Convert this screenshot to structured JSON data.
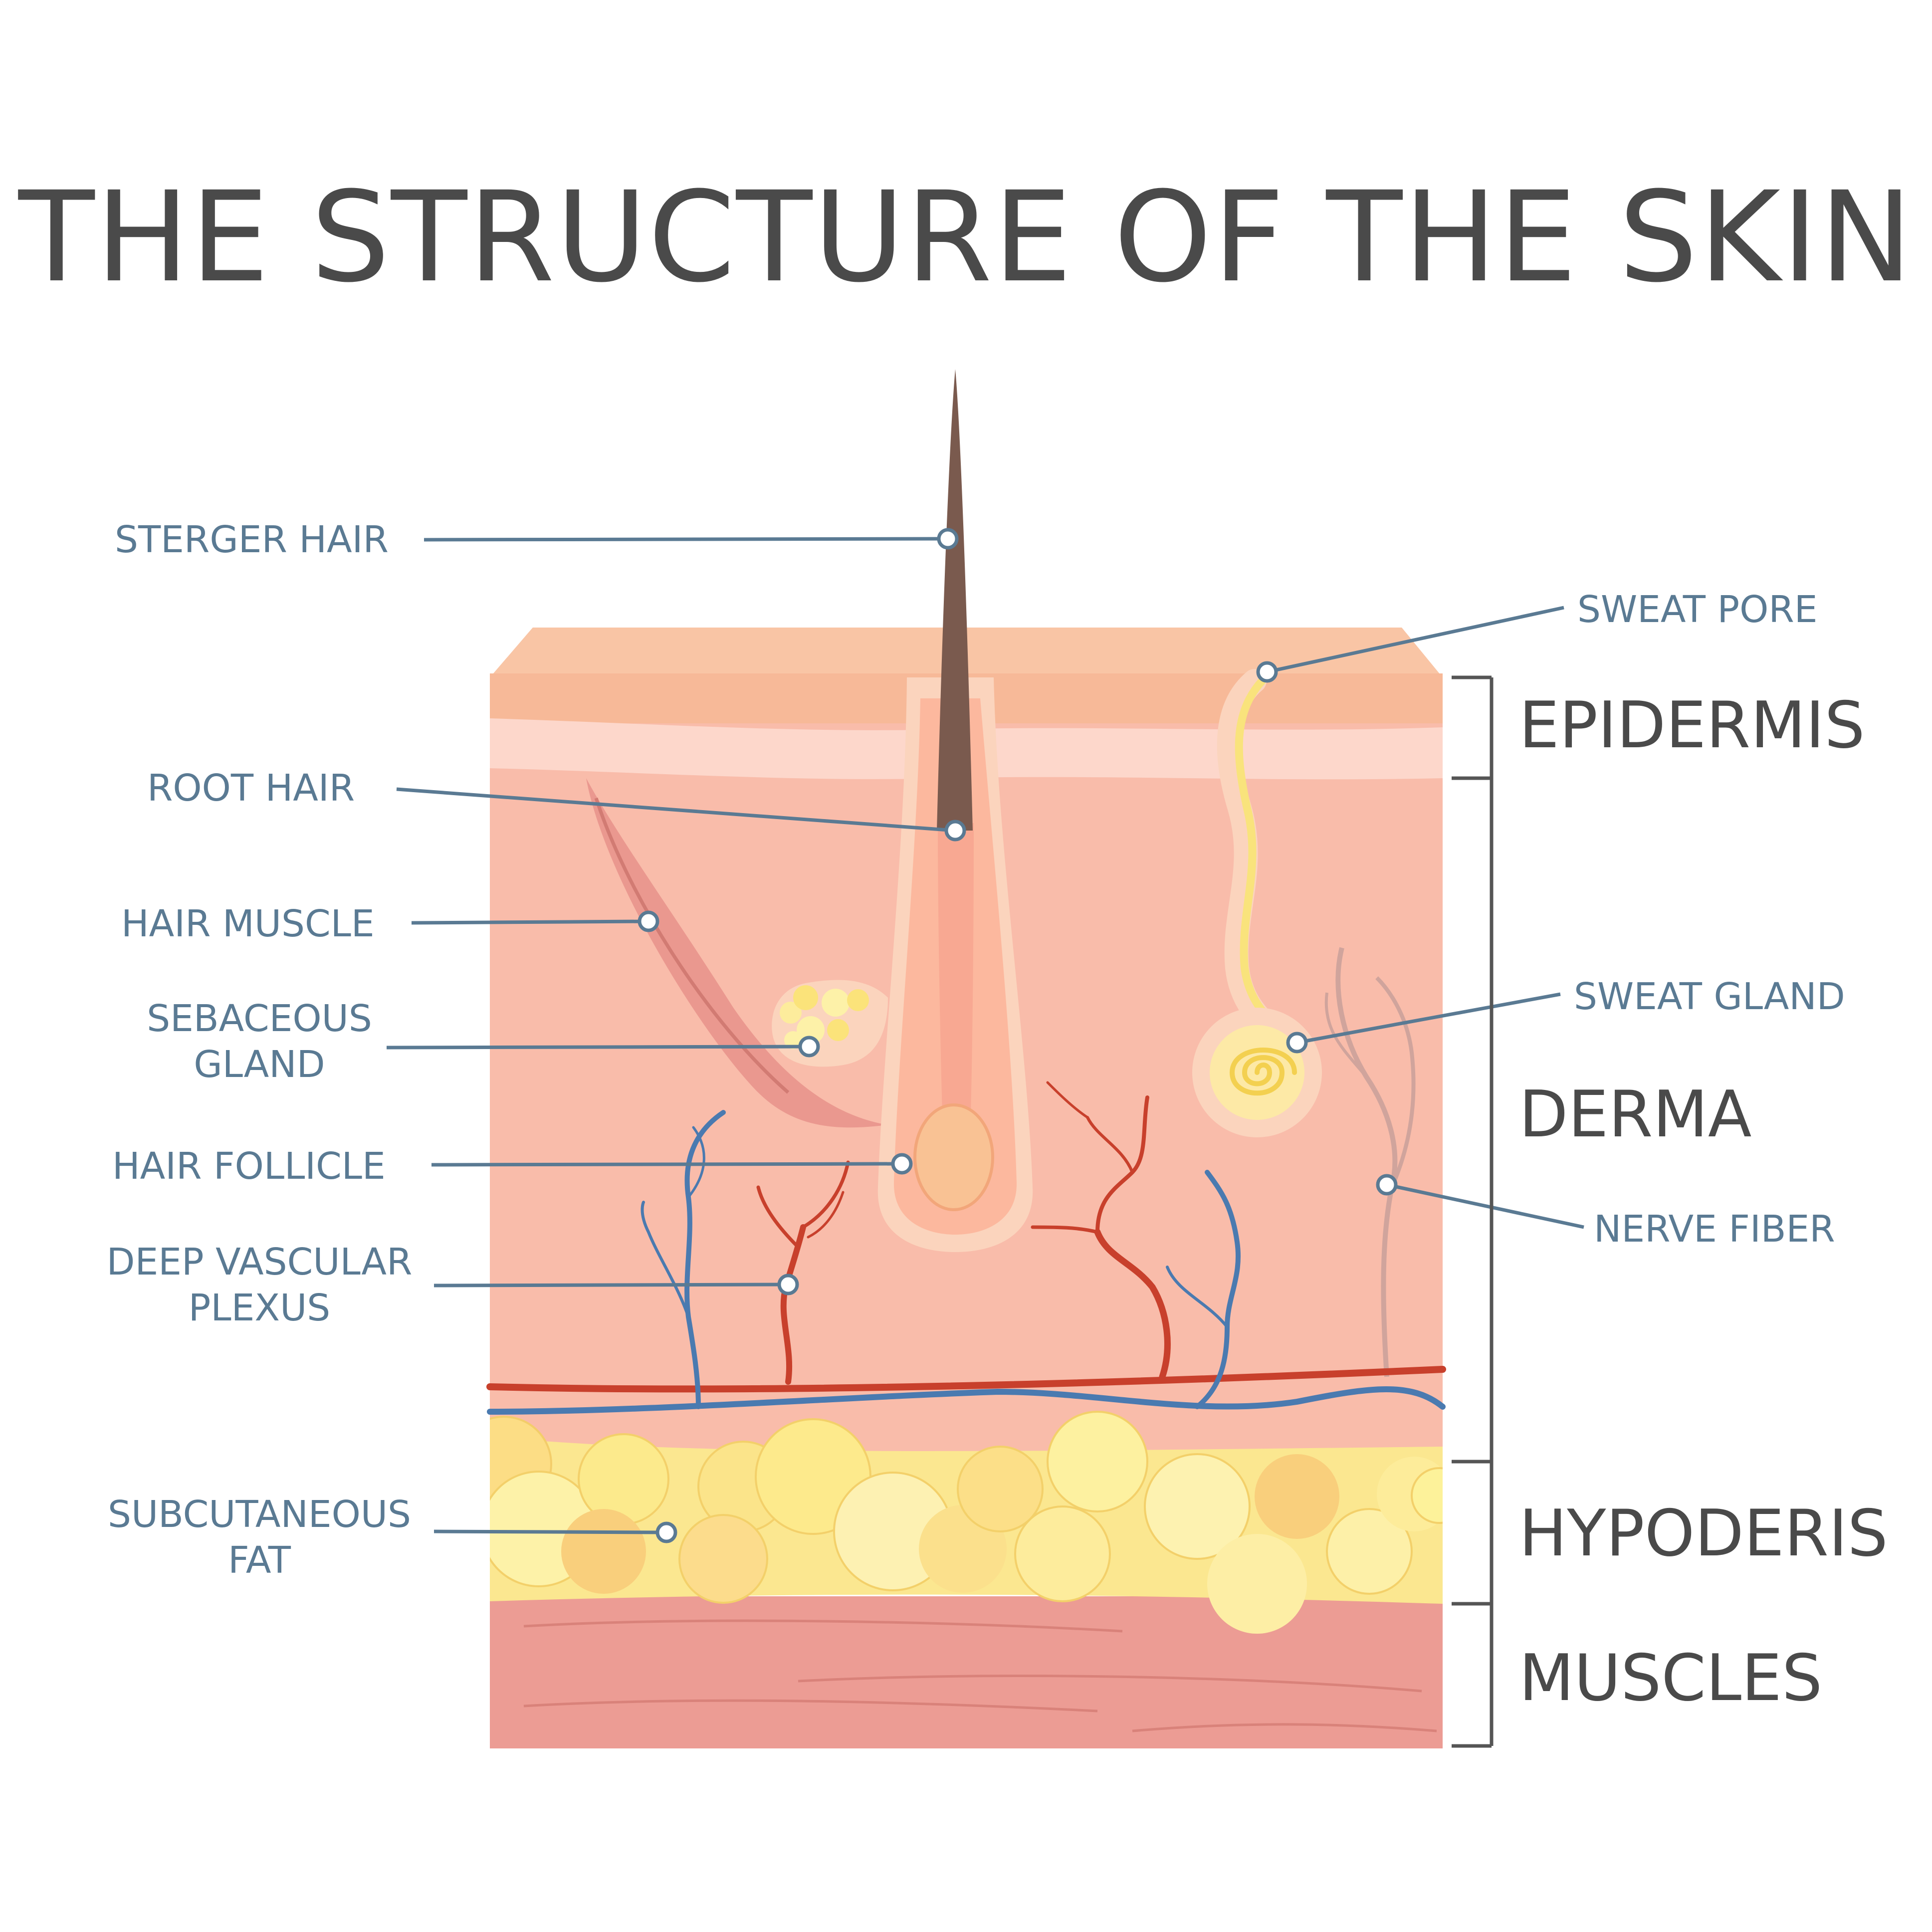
{
  "title": "THE STRUCTURE OF THE SKIN",
  "labels_left": {
    "sterger_hair": "STERGER HAIR",
    "root_hair": "ROOT HAIR",
    "hair_muscle": "HAIR MUSCLE",
    "sebaceous_gland_line1": "SEBACEOUS",
    "sebaceous_gland_line2": "GLAND",
    "hair_follicle": "HAIR FOLLICLE",
    "deep_vascular_plexus_line1": "DEEP VASCULAR",
    "deep_vascular_plexus_line2": "PLEXUS",
    "subcutaneous_fat_line1": "SUBCUTANEOUS",
    "subcutaneous_fat_line2": "FAT"
  },
  "labels_right": {
    "sweat_pore": "SWEAT PORE",
    "sweat_gland": "SWEAT GLAND",
    "nerve_fiber": "NERVE FIBER"
  },
  "layers": {
    "epidermis": "EPIDERMIS",
    "derma": "DERMA",
    "hypoderis": "HYPODERIS",
    "muscles": "MUSCLES"
  },
  "colors": {
    "label_text": "#5a7a93",
    "leader_line": "#5a7a93",
    "title_text": "#4a4a4a",
    "epidermis_top": "#f7b998",
    "epidermis_band": "#fcd3c6",
    "derma": "#f9bcaa",
    "fat": "#fbe790",
    "muscle": "#ec9c94",
    "hair_shaft": "#7a5a4e",
    "artery": "#c8402c",
    "vein": "#4a7ab0",
    "bracket": "#555555"
  }
}
